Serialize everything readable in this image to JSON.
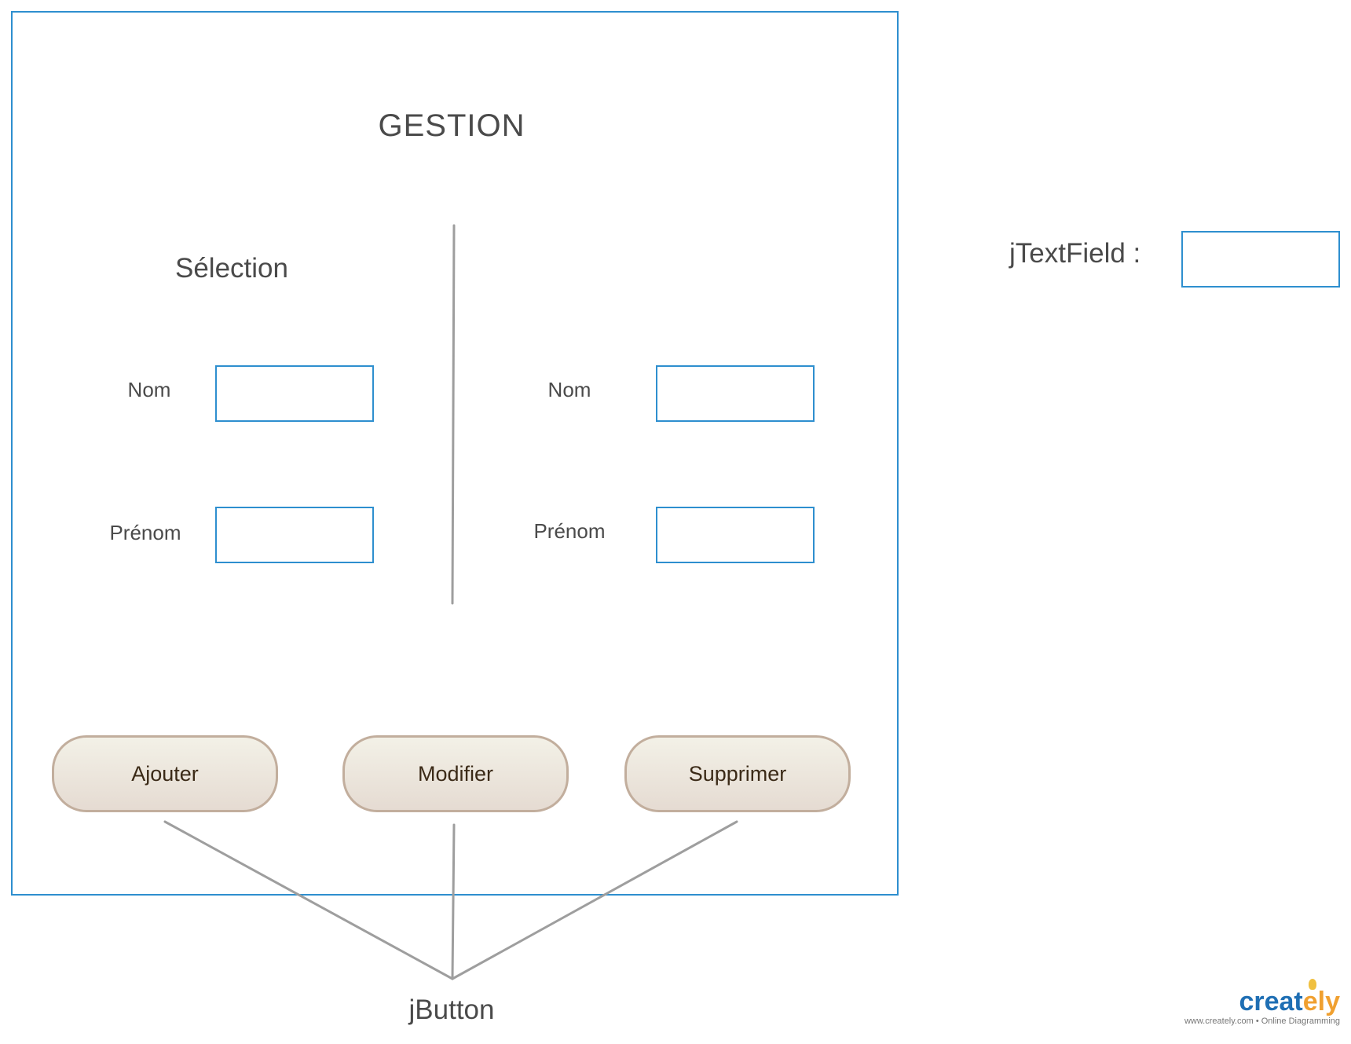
{
  "title": "GESTION",
  "selection_title": "Sélection",
  "left_form": {
    "nom_label": "Nom",
    "prenom_label": "Prénom"
  },
  "right_form": {
    "nom_label": "Nom",
    "prenom_label": "Prénom"
  },
  "buttons": {
    "add": "Ajouter",
    "modify": "Modifier",
    "delete": "Supprimer"
  },
  "legend": {
    "textfield_label": "jTextField :",
    "button_label": "jButton"
  },
  "logo": {
    "word_main": "creat",
    "word_accent": "ely",
    "tagline": "www.creately.com • Online Diagramming"
  },
  "colors": {
    "frame_border": "#2e8fcf",
    "field_border": "#2e8fcf",
    "button_border": "#c2ae9d",
    "button_fill_top": "#f3f1e7",
    "button_fill_bottom": "#e5dbd2",
    "connector": "#9e9e9e",
    "text": "#4a4a4a",
    "logo_blue": "#1f6fb4",
    "logo_orange": "#f0a030"
  }
}
